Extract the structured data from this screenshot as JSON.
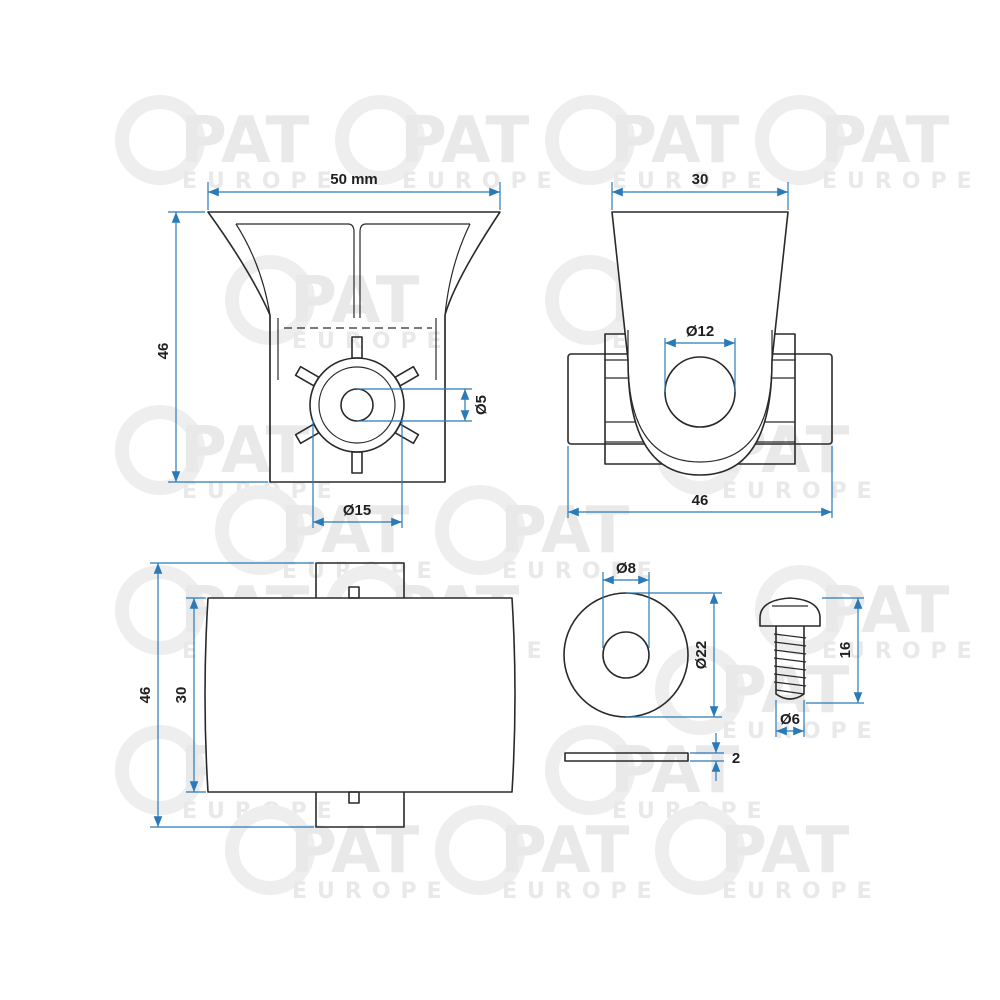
{
  "watermark": {
    "brand": "PAT",
    "subtext": "EUROPE"
  },
  "front_view": {
    "width_label": "50 mm",
    "height_label": "46",
    "bore_label": "Ø5",
    "flange_label": "Ø15"
  },
  "side_view": {
    "top_width_label": "30",
    "hole_label": "Ø12",
    "base_width_label": "46"
  },
  "top_view": {
    "outer_height_label": "46",
    "inner_height_label": "30"
  },
  "washer": {
    "inner_label": "Ø8",
    "outer_label": "Ø22",
    "thickness_label": "2"
  },
  "screw": {
    "length_label": "16",
    "diameter_label": "Ø6"
  }
}
